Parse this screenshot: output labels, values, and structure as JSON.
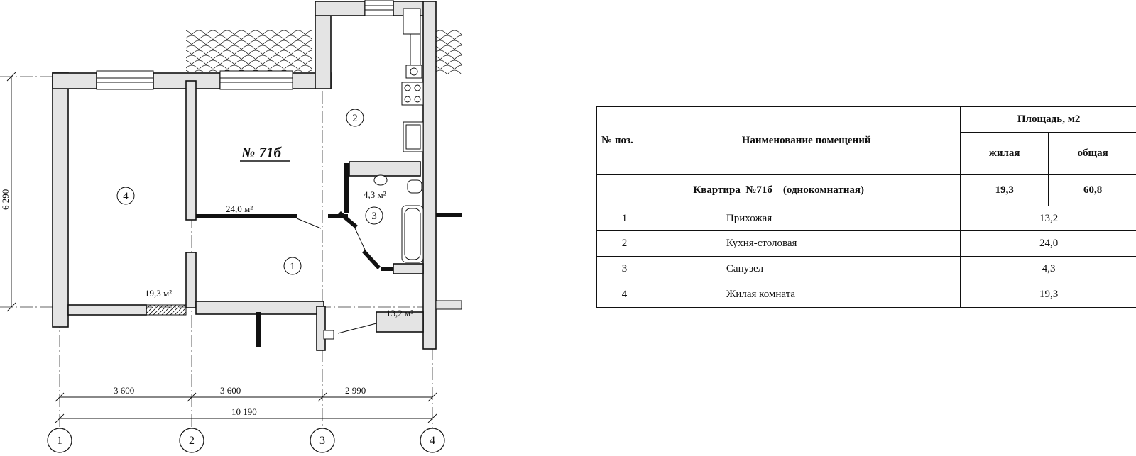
{
  "plan": {
    "apartment_label": "№ 71б",
    "rooms": [
      {
        "num": "1",
        "area": "13,2 м²"
      },
      {
        "num": "2",
        "area": "24,0 м²"
      },
      {
        "num": "3",
        "area": "4,3 м²"
      },
      {
        "num": "4",
        "area": "19,3 м²"
      }
    ],
    "dims": {
      "d1": "3 600",
      "d2": "3 600",
      "d3": "2 990",
      "total": "10 190",
      "height": "6 290"
    },
    "axes": [
      "1",
      "2",
      "3",
      "4"
    ]
  },
  "table": {
    "col_pos": "№ поз.",
    "col_name": "Наименование помещений",
    "col_area": "Площадь, м2",
    "col_living": "жилая",
    "col_total": "общая",
    "apartment": {
      "name": "Квартира  №71б    (однокомнатная)",
      "living": "19,3",
      "total": "60,8"
    },
    "rows": [
      {
        "pos": "1",
        "name": "Прихожая",
        "area": "13,2"
      },
      {
        "pos": "2",
        "name": "Кухня-столовая",
        "area": "24,0"
      },
      {
        "pos": "3",
        "name": "Санузел",
        "area": "4,3"
      },
      {
        "pos": "4",
        "name": "Жилая комната",
        "area": "19,3"
      }
    ]
  }
}
